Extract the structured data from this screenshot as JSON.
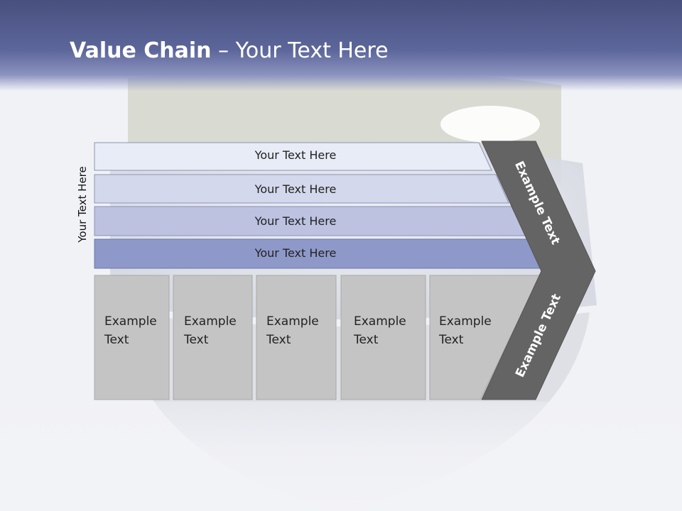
{
  "slide": {
    "title_bold": "Value Chain",
    "title_rest": " – Your Text Here",
    "side_label": "Your Text Here"
  },
  "bands": [
    {
      "label": "Your Text Here",
      "fill": "#e8ecf6"
    },
    {
      "label": "Your Text Here",
      "fill": "#d3d8ec"
    },
    {
      "label": "Your Text Here",
      "fill": "#bcc2e0"
    },
    {
      "label": "Your Text Here",
      "fill": "#8e99c9"
    }
  ],
  "boxes": [
    {
      "line1": "Example",
      "line2": "Text"
    },
    {
      "line1": "Example",
      "line2": "Text"
    },
    {
      "line1": "Example",
      "line2": "Text"
    },
    {
      "line1": "Example",
      "line2": "Text"
    },
    {
      "line1": "Example",
      "line2": "Text"
    }
  ],
  "arrow": {
    "upper_label": "Example Text",
    "lower_label": "Example Text",
    "fill": "#646464"
  },
  "colors": {
    "header": "#4f5887",
    "box_fill": "#c4c4c4",
    "box_stroke": "#a9a9a9"
  }
}
